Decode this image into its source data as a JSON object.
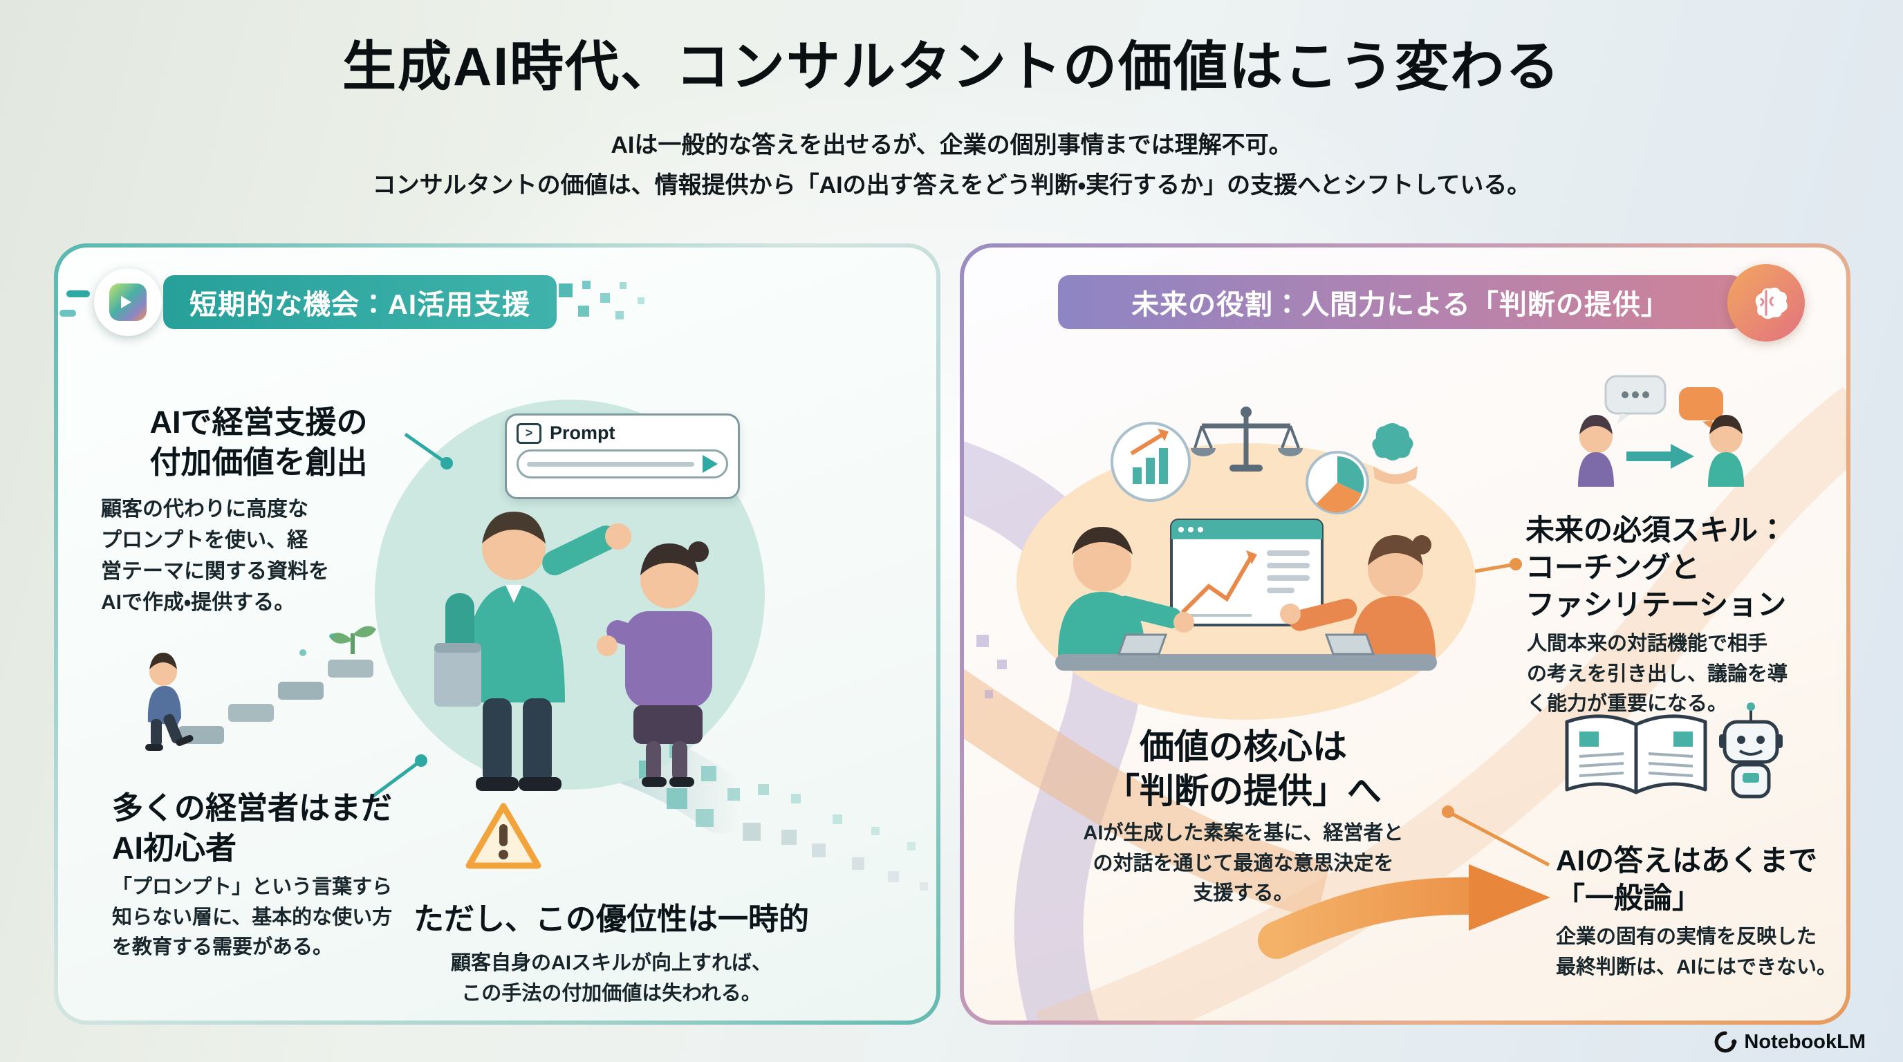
{
  "header": {
    "title": "生成AI時代、コンサルタントの価値はこう変わる",
    "subtitle1": "AIは一般的な答えを出せるが、企業の個別事情までは理解不可。",
    "subtitle2": "コンサルタントの価値は、情報提供から「AIの出す答えをどう判断・実行するか」の支援へとシフトしている。"
  },
  "left_panel": {
    "title": "短期的な機会：AI活用支援",
    "value_block": {
      "heading": "AIで経営支援の\n付加価値を創出",
      "body": "顧客の代わりに高度な\nプロンプトを使い、経\n営テーマに関する資料を\nAIで作成・提供する。"
    },
    "beginner_block": {
      "heading": "多くの経営者はまだ\nAI初心者",
      "body": "「プロンプト」という言葉すら\n知らない層に、基本的な使い方\nを教育する需要がある。"
    },
    "prompt_window": {
      "label": "Prompt"
    },
    "caution_block": {
      "heading": "ただし、この優位性は一時的",
      "body": "顧客自身のAIスキルが向上すれば、\nこの手法の付加価値は失われる。"
    }
  },
  "right_panel": {
    "title": "未来の役割：人間力による「判断の提供」",
    "skills_block": {
      "heading": "未来の必須スキル：\nコーチングと\nファシリテーション",
      "body": "人間本来の対話機能で相手\nの考えを引き出し、議論を導\nく能力が重要になる。"
    },
    "core_block": {
      "heading": "価値の核心は\n「判断の提供」へ",
      "body": "AIが生成した素案を基に、経営者と\nの対話を通じて最適な意思決定を\n支援する。"
    },
    "general_block": {
      "heading": "AIの答えはあくまで\n「一般論」",
      "body": "企業の固有の実情を反映した\n最終判断は、AIにはできない。"
    }
  },
  "footer": {
    "brand": "NotebookLM"
  },
  "colors": {
    "teal": "#2ea8a2",
    "purple": "#8d85c4",
    "pink": "#c77fa6",
    "orange": "#e8954a",
    "warning": "#f2a33c"
  },
  "icons": {
    "left_badge": "prompt-spark-icon",
    "right_badge": "brain-icon",
    "caution": "warning-triangle-icon",
    "brand": "notebooklm-logo-icon"
  }
}
